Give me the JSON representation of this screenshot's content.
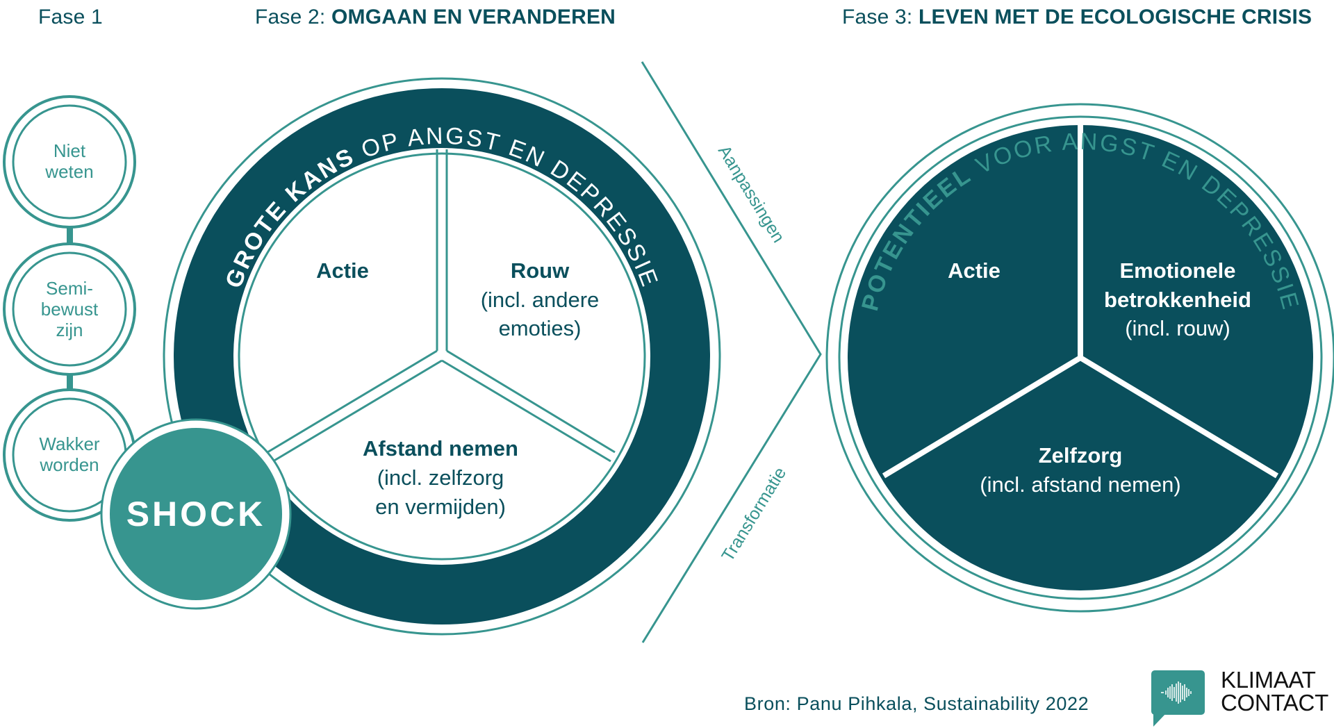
{
  "colors": {
    "dark_teal": "#0a4f5c",
    "teal": "#37958f",
    "white": "#ffffff"
  },
  "header": {
    "phase1": {
      "prefix": "Fase 1",
      "title": ""
    },
    "phase2": {
      "prefix": "Fase 2: ",
      "title": "OMGAAN EN VERANDEREN"
    },
    "phase3": {
      "prefix": "Fase 3: ",
      "title": "LEVEN MET DE ECOLOGISCHE CRISIS"
    }
  },
  "phase1": {
    "stages": [
      {
        "line1": "Niet",
        "line2": "weten",
        "line3": ""
      },
      {
        "line1": "Semi-",
        "line2": "bewust",
        "line3": "zijn"
      },
      {
        "line1": "Wakker",
        "line2": "worden",
        "line3": ""
      }
    ],
    "shock_label": "SHOCK"
  },
  "phase2": {
    "ring_bold": "GROTE KANS",
    "ring_rest": " OP ANGST EN DEPRESSIE",
    "segments": [
      {
        "title": "Actie",
        "sub1": "",
        "sub2": ""
      },
      {
        "title": "Rouw",
        "sub1": "(incl. andere",
        "sub2": "emoties)"
      },
      {
        "title": "Afstand nemen",
        "sub1": "(incl. zelfzorg",
        "sub2": "en vermijden)"
      }
    ]
  },
  "transition": {
    "upper_label": "Aanpassingen",
    "lower_label": "Transformatie"
  },
  "phase3": {
    "ring_bold": "POTENTIEEL",
    "ring_rest": " VOOR ANGST EN DEPRESSIE",
    "segments": [
      {
        "title": "Actie",
        "title2": "",
        "sub": ""
      },
      {
        "title": "Emotionele",
        "title2": "betrokkenheid",
        "sub": "(incl. rouw)"
      },
      {
        "title": "Zelfzorg",
        "title2": "",
        "sub": "(incl. afstand nemen)"
      }
    ]
  },
  "footer": {
    "source": "Bron: Panu Pihkala, Sustainability 2022",
    "brand_line1": "KLIMAAT",
    "brand_line2": "CONTACT",
    "brand_icon": "speech-bubble-soundwave-icon"
  }
}
